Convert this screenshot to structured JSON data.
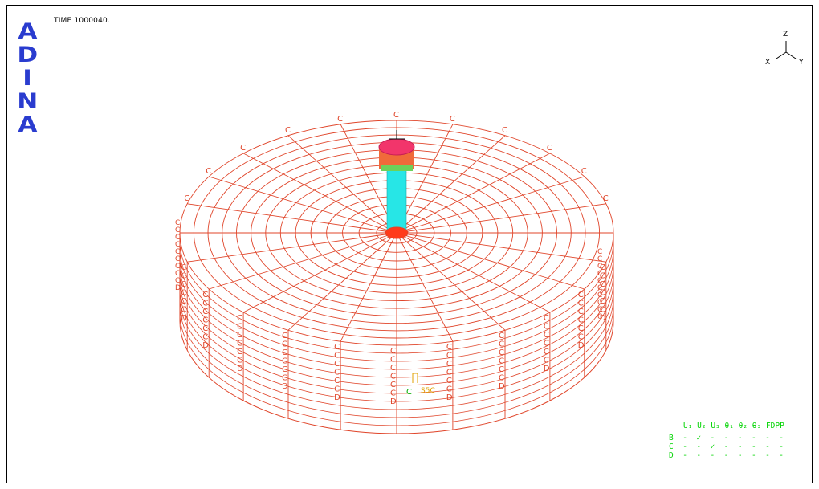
{
  "logo": [
    "A",
    "D",
    "I",
    "N",
    "A"
  ],
  "time_label": "TIME 1000040.",
  "axes": {
    "z": "Z",
    "x": "X",
    "y": "Y"
  },
  "model_labels": {
    "rim": "C",
    "wall": "C",
    "wall_end": "D",
    "support": "C",
    "support_value": "S5C"
  },
  "bc_table": {
    "header": "U₁ U₂ U₃ θ₁ θ₂ θ₃ FDPP",
    "rows": [
      {
        "label": "B",
        "values": "-  ✓  -  -  -  -  -  -"
      },
      {
        "label": "C",
        "values": "-  -  ✓  -  -  -  -  -"
      },
      {
        "label": "D",
        "values": "-  -  -  -  -  -  -  -"
      }
    ]
  },
  "colors": {
    "mesh": "#e0452a",
    "column": "#27e6e6",
    "cap": "#f2356b",
    "bc_text": "#00d400",
    "logo": "#2a3ccf"
  }
}
